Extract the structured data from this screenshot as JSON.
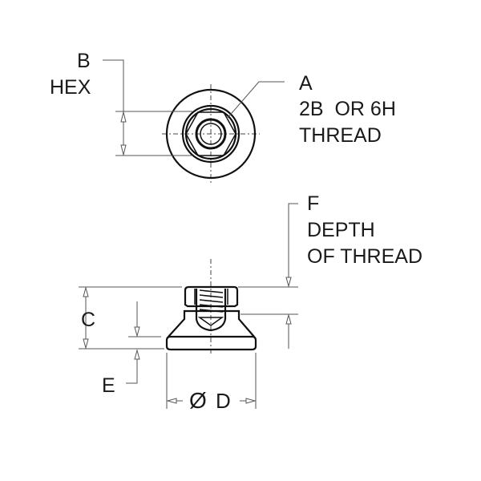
{
  "labels": {
    "b": "B",
    "hex": "HEX",
    "a": "A",
    "thread_class": "2B  OR 6H",
    "thread": "THREAD",
    "f": "F",
    "depth": "DEPTH",
    "of_thread": "OF THREAD",
    "c": "C",
    "e": "E",
    "d": "D",
    "diameter_symbol": "Ø"
  }
}
